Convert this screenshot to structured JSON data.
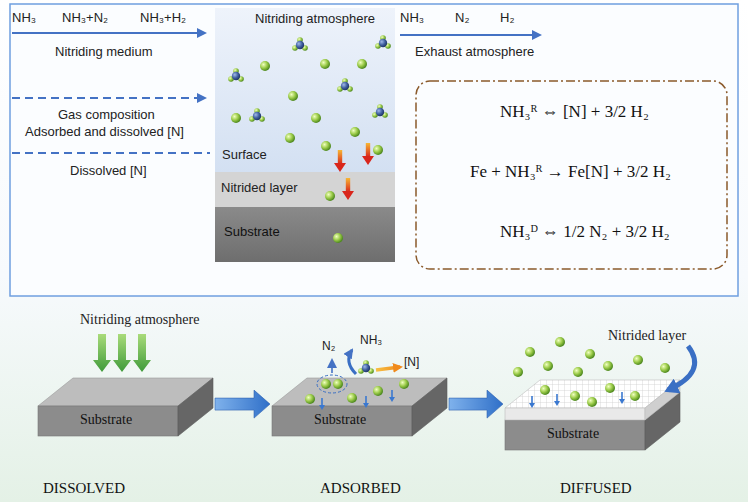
{
  "diagram": {
    "nodes": [
      {
        "text": [
          "Nitriding atmosphere",
          "Surface"
        ]
      },
      {
        "text": [
          "Nitrided layer"
        ]
      },
      {
        "text": [
          "Substrate"
        ]
      },
      {
        "text": [
          "NH₃ᴿ ⇔ [N] + 3/2 H₂",
          "Fe + NH₃ᴿ → Fe[N] + 3/2 H₂",
          "NH₃ᴰ ⇔ 1/2 N₂ + 3/2 H₂"
        ]
      },
      {
        "text": [
          "Substrate",
          "DISSOLVED"
        ]
      },
      {
        "text": [
          "Substrate",
          "ADSORBED"
        ]
      },
      {
        "text": [
          "Substrate",
          "DIFFUSED"
        ]
      }
    ],
    "edges": [
      {
        "from": 4,
        "to": 5,
        "arrow": "to"
      },
      {
        "from": 5,
        "to": 6,
        "arrow": "to"
      }
    ],
    "labels": [
      "NH₃",
      "NH₃+N₂",
      "NH₃+H₂",
      "Nitriding medium",
      "Gas composition",
      "Adsorbed and dissolved [N]",
      "Dissolved [N]",
      "NH₃",
      "N₂",
      "H₂",
      "Exhaust atmosphere",
      "Nitriding atmosphere",
      "N₂",
      "NH₃",
      "[N]",
      "Nitrided layer"
    ]
  }
}
